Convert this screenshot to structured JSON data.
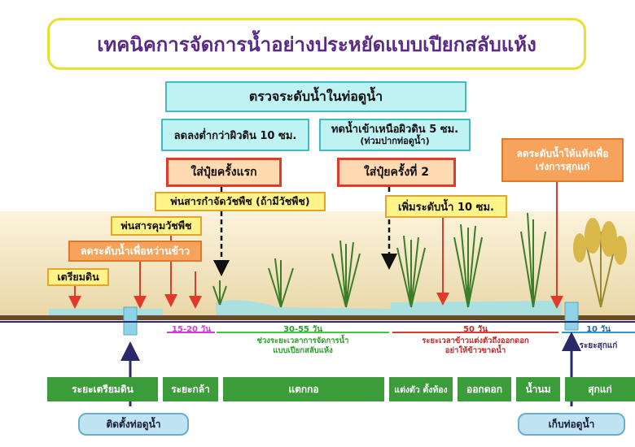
{
  "title": "เทคนิคการจัดการน้ำอย่างประหยัดแบบเปียกสลับแห้ง",
  "check_water": "ตรวจระดับน้ำในท่อดูน้ำ",
  "lower_water": "ลดลงต่ำกว่าผิวดิน 10 ซม.",
  "flood_water": {
    "line1": "ทดน้ำเข้าเหนือผิวดิน 5 ซม.",
    "line2": "(ท่วมปากท่อดูน้ำ)"
  },
  "fert1": "ใส่ปุ๋ยครั้งแรก",
  "fert2": "ใส่ปุ๋ยครั้งที่ 2",
  "harvest_drain": {
    "line1": "ลดระดับน้ำให้แห้งเพื่อ",
    "line2": "เร่งการสุกแก่"
  },
  "herbicide": "พ่นสารกำจัดวัชพืช (ถ้ามีวัชพืช)",
  "pre_emergence": "พ่นสารคุมวัชพืช",
  "lower_for_sowing": "ลดระดับน้ำเพื่อหว่านข้าว",
  "prepare_soil": "เตรียมดิน",
  "raise_water": "เพิ่มระดับน้ำ  10 ซม.",
  "periods": {
    "p1": "15-20 วัน",
    "p2": "30-55 วัน",
    "p2_note": {
      "line1": "ช่วงระยะเวลาการจัดการน้ำ",
      "line2": "แบบเปียกสลับแห้ง"
    },
    "p3": "50 วัน",
    "p3_note": {
      "line1": "ระยะเวลาข้าวแต่งตัวถึงออกดอก",
      "line2": "อย่าให้ข้าวขาดน้ำ"
    },
    "p4": "10 วัน",
    "p4_note": "ระยะสุกแก่"
  },
  "stages": [
    "ระยะเตรียมดิน",
    "ระยะกล้า",
    "แตกกอ",
    "แต่งตัว ตั้งท้อง",
    "ออกดอก",
    "น้ำนม",
    "สุกแก่"
  ],
  "install_pipe": "ติดตั้งท่อดูน้ำ",
  "collect_pipe": "เก็บท่อดูน้ำ",
  "colors": {
    "title_border": "#e8df2e",
    "title_text": "#5b2a86",
    "stage_green": "#3a9d3a",
    "arrow_red": "#e23a2a",
    "water": "#9fe0e8",
    "soil": "#e9d7a8"
  }
}
